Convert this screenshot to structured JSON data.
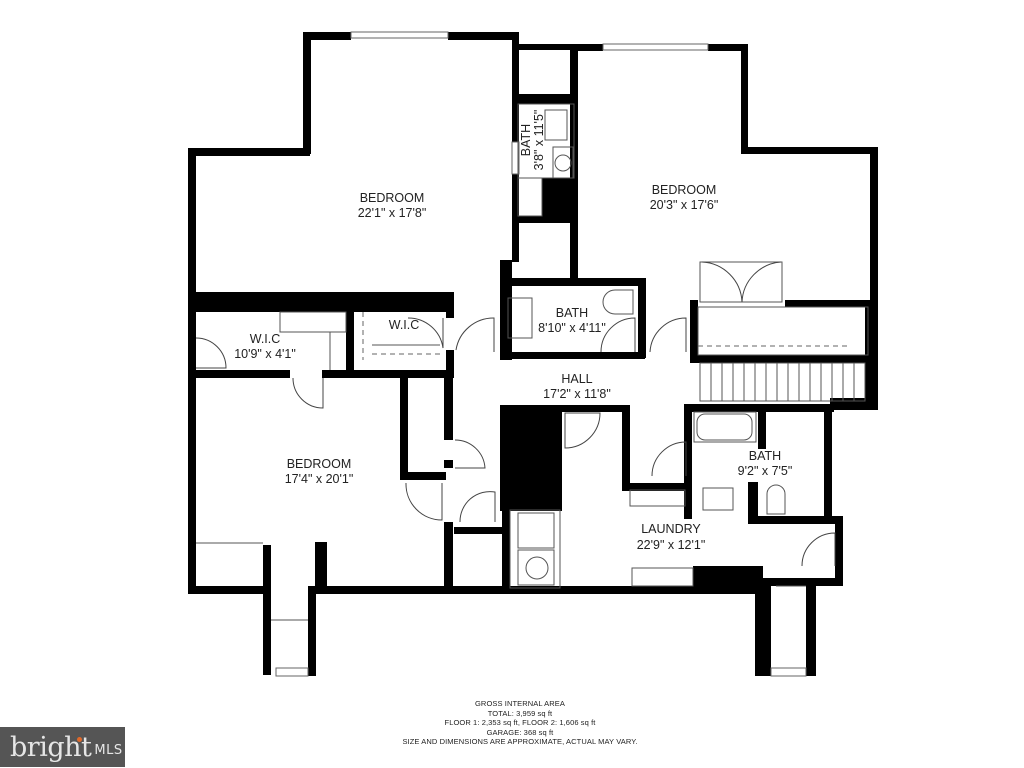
{
  "floor_plan": {
    "rooms": [
      {
        "id": "bedroom-1",
        "name": "BEDROOM",
        "dimensions": "22'1\" x 17'8\""
      },
      {
        "id": "bath-1",
        "name": "BATH",
        "dimensions": "3'8\" x 11'5\""
      },
      {
        "id": "bedroom-2",
        "name": "BEDROOM",
        "dimensions": "20'3\" x 17'6\""
      },
      {
        "id": "wic-1",
        "name": "W.I.C",
        "dimensions": "10'9\" x 4'1\""
      },
      {
        "id": "wic-2",
        "name": "W.I.C",
        "dimensions": ""
      },
      {
        "id": "bath-2",
        "name": "BATH",
        "dimensions": "8'10\" x 4'11\""
      },
      {
        "id": "hall",
        "name": "HALL",
        "dimensions": "17'2\" x 11'8\""
      },
      {
        "id": "bedroom-3",
        "name": "BEDROOM",
        "dimensions": "17'4\" x 20'1\""
      },
      {
        "id": "bath-3",
        "name": "BATH",
        "dimensions": "9'2\" x 7'5\""
      },
      {
        "id": "laundry",
        "name": "LAUNDRY",
        "dimensions": "22'9\" x 12'1\""
      }
    ]
  },
  "area_summary": {
    "heading": "GROSS INTERNAL AREA",
    "total": "TOTAL: 3,959 sq ft",
    "floors": "FLOOR 1: 2,353 sq ft,  FLOOR 2: 1,606 sq ft",
    "garage": "GARAGE: 368 sq ft",
    "disclaimer": "SIZE AND DIMENSIONS ARE APPROXIMATE, ACTUAL MAY VARY."
  },
  "watermark": {
    "brand": "bright",
    "suffix": "MLS",
    "accent_color": "#e0692a",
    "background": "#555555"
  }
}
